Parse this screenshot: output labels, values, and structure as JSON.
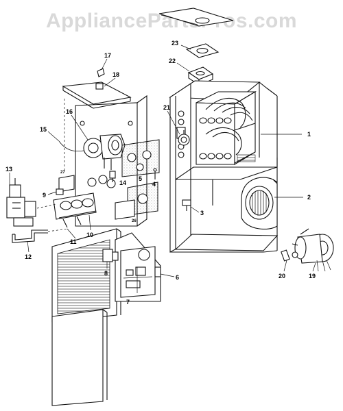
{
  "watermark": "AppliancePartsPros.com",
  "callouts": [
    "1",
    "2",
    "3",
    "4",
    "5",
    "6",
    "7",
    "8",
    "9",
    "10",
    "11",
    "12",
    "13",
    "14",
    "15",
    "16",
    "17",
    "18",
    "19",
    "20",
    "21",
    "22",
    "23"
  ],
  "colors": {
    "line": "#111111",
    "watermark": "#d9d9d9",
    "background": "#ffffff"
  }
}
